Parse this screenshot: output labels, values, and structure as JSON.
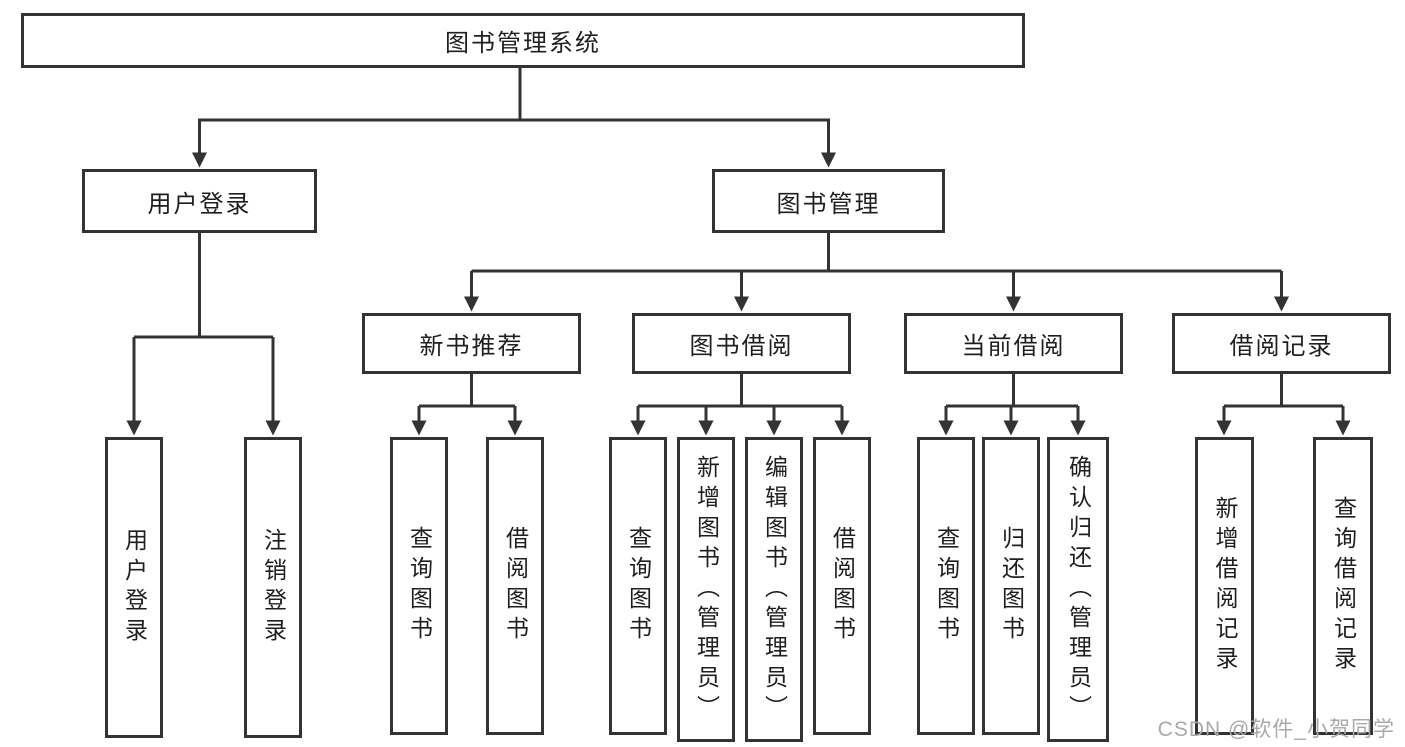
{
  "diagram_title": "图书管理系统",
  "tree": {
    "label": "图书管理系统",
    "children": [
      {
        "label": "用户登录",
        "children": [
          {
            "label": "用户登录"
          },
          {
            "label": "注销登录"
          }
        ]
      },
      {
        "label": "图书管理",
        "children": [
          {
            "label": "新书推荐",
            "children": [
              {
                "label": "查询图书"
              },
              {
                "label": "借阅图书"
              }
            ]
          },
          {
            "label": "图书借阅",
            "children": [
              {
                "label": "查询图书"
              },
              {
                "label": "新增图书（管理员）"
              },
              {
                "label": "编辑图书（管理员）"
              },
              {
                "label": "借阅图书"
              }
            ]
          },
          {
            "label": "当前借阅",
            "children": [
              {
                "label": "查询图书"
              },
              {
                "label": "归还图书"
              },
              {
                "label": "确认归还（管理员）"
              }
            ]
          },
          {
            "label": "借阅记录",
            "children": [
              {
                "label": "新增借阅记录"
              },
              {
                "label": "查询借阅记录"
              }
            ]
          }
        ]
      }
    ]
  },
  "watermark": {
    "text": "CSDN @软件_小贺同学"
  },
  "colors": {
    "line": "#333333",
    "box_border": "#333333",
    "box_fill": "#ffffff",
    "text": "#1f1f1f",
    "watermark": "#a9a9a9",
    "background": "#ffffff"
  }
}
